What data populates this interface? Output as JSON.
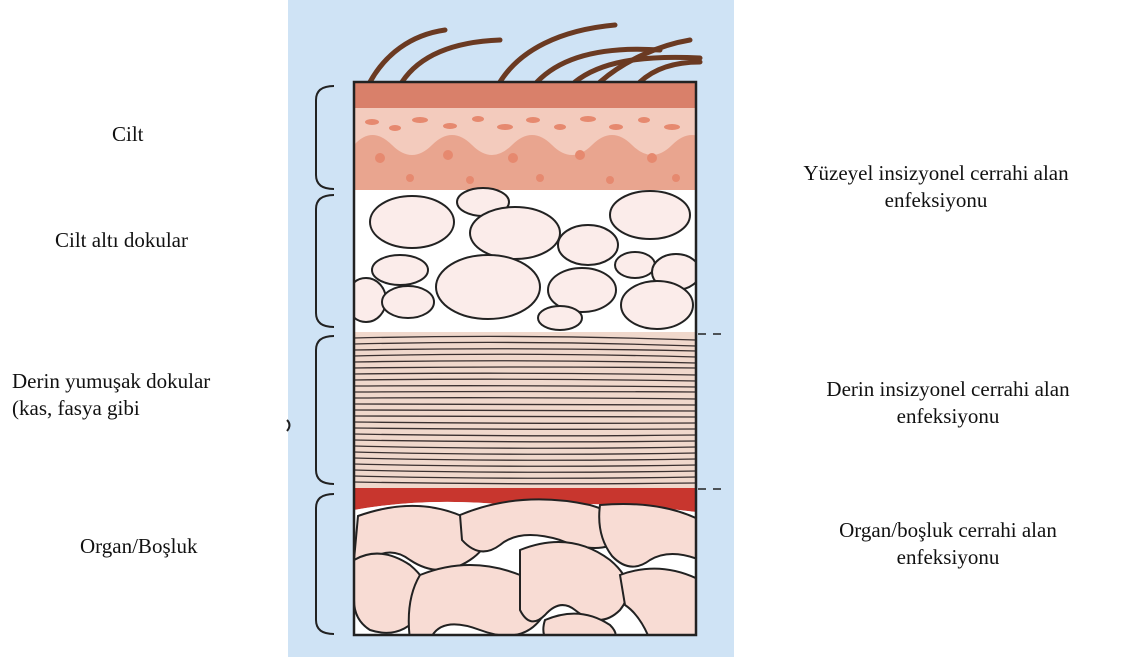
{
  "layers": [
    {
      "name": "Cilt"
    },
    {
      "name": "Cilt altı dokular"
    },
    {
      "name": "Derin yumuşak dokular\n(kas, fasya gibi"
    },
    {
      "name": "Organ/Boşluk"
    }
  ],
  "infections": [
    {
      "text": "Yüzeyel insizyonel cerrahi alan\nenfeksiyonu"
    },
    {
      "text": "Derin insizyonel cerrahi alan\nenfeksiyonu"
    },
    {
      "text": "Organ/boşluk cerrahi alan\nenfeksiyonu"
    }
  ],
  "colors": {
    "background_panel": "#cfe3f5",
    "skin_top": "#d9806a",
    "skin_body": "#f3cbbd",
    "fat_fill": "#fbecea",
    "muscle_fill": "#f0d8cc",
    "peritoneum_red": "#c8362e",
    "organ_fill": "#f8dcd4",
    "hair": "#6b3a22",
    "outline": "#222222"
  }
}
